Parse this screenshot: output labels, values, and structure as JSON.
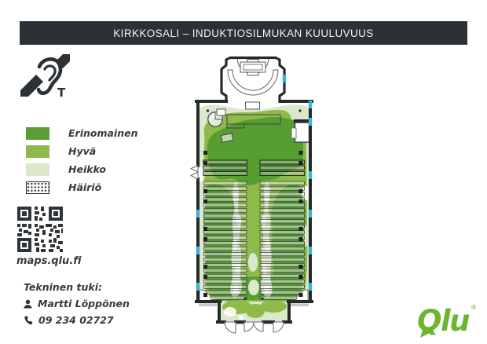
{
  "header": {
    "title": "KIRKKOSALI – INDUKTIOSILMUKAN KUULUVUUS"
  },
  "legend": {
    "items": [
      {
        "label": "Erinomainen",
        "color": "#5a9e33",
        "pattern": "solid"
      },
      {
        "label": "Hyvä",
        "color": "#8fb94c",
        "pattern": "solid"
      },
      {
        "label": "Heikko",
        "color": "#dce8cc",
        "pattern": "solid"
      },
      {
        "label": "Häiriö",
        "color": "#ffffff",
        "pattern": "black-dots"
      }
    ]
  },
  "hearing_symbol": {
    "letter": "T",
    "meaning": "hearing-loop-symbol"
  },
  "qr": {
    "caption": "maps.qlu.fi"
  },
  "support": {
    "heading": "Tekninen tuki:",
    "name": "Martti Löppönen",
    "phone": "09 234 02727"
  },
  "brand": {
    "logo": "Qlu",
    "registered": "®",
    "color": "#6cb52e"
  },
  "map": {
    "subject": "church-hall floor plan with induction loop coverage heatmap",
    "coverage_colors": {
      "erinomainen": "#579e31",
      "hyva": "#8eba4a",
      "heikko": "#dce8cc"
    },
    "wall_color": "#25292b",
    "window_color": "#39b3da",
    "features": [
      "apse with altar and communion rail",
      "chancel platform",
      "spiral stair",
      "pulpit",
      "side room",
      "left pew block",
      "right pew block",
      "entrance vestibule with three doors",
      "wall windows",
      "pillars"
    ]
  }
}
